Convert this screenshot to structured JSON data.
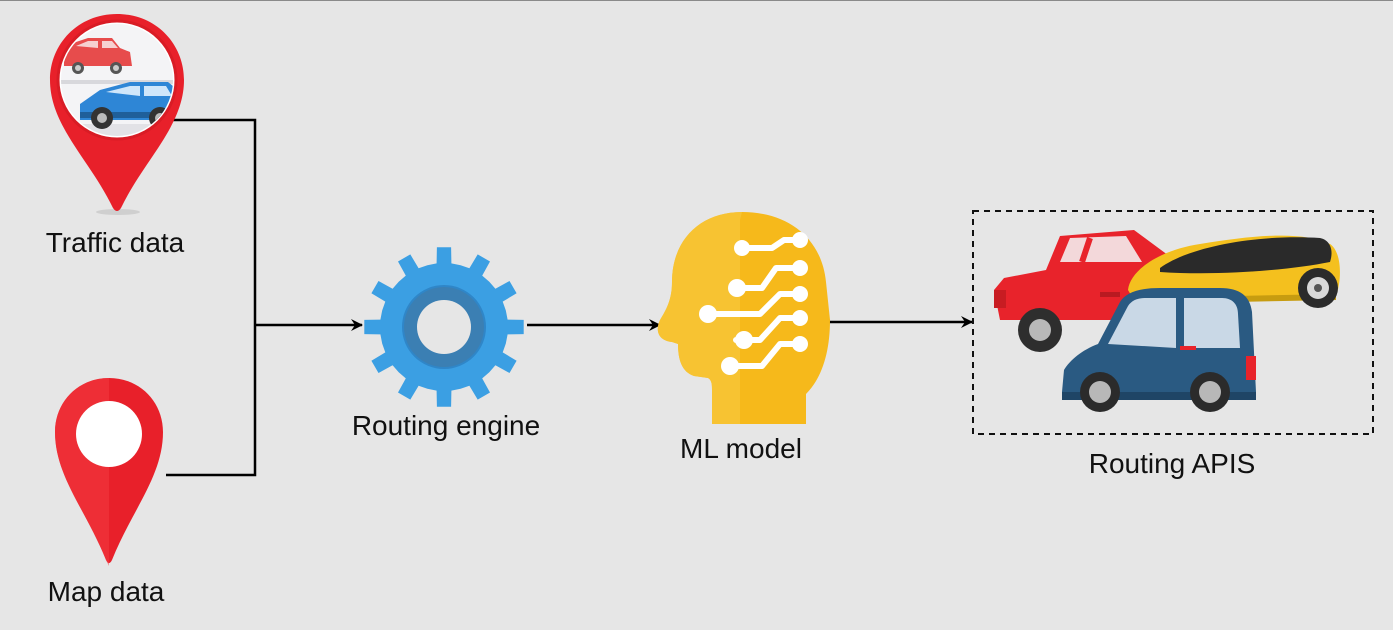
{
  "nodes": {
    "traffic": {
      "label": "Traffic data",
      "icon": "traffic-location-pin-icon"
    },
    "map": {
      "label": "Map data",
      "icon": "map-location-pin-icon"
    },
    "engine": {
      "label": "Routing engine",
      "icon": "gear-icon"
    },
    "model": {
      "label": "ML model",
      "icon": "ai-head-icon"
    },
    "apis": {
      "label": "Routing APIS",
      "icon": "cars-group-icon"
    }
  },
  "colors": {
    "background": "#e6e6e6",
    "pin_red": "#e8202a",
    "gear_blue": "#3b9fe3",
    "head_yellow": "#f6b91b",
    "car_red": "#e8232b",
    "car_navy": "#2a5a82",
    "car_yellow": "#f4c01e"
  }
}
